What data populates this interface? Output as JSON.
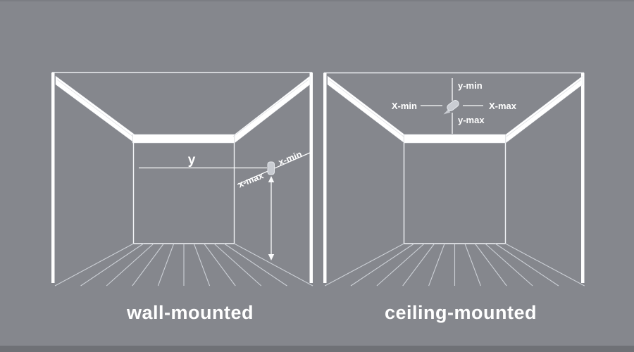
{
  "theme": {
    "bg": "#85878D",
    "bg-bottom": "#6F7176",
    "bg-top-edge": "#7B7D83",
    "line-bright": "#FFFFFF",
    "line-floor": "#CCD0D6",
    "device-fill": "#C9CCD2",
    "text": "#FFFFFF"
  },
  "panels": [
    {
      "id": "wall-mounted",
      "title": "wall-mounted",
      "labels": {
        "y": "y",
        "x_min": "x-min",
        "x_max": "x-max"
      }
    },
    {
      "id": "ceiling-mounted",
      "title": "ceiling-mounted",
      "labels": {
        "y_min": "y-min",
        "y_max": "y-max",
        "x_min": "X-min",
        "x_max": "X-max"
      }
    }
  ]
}
